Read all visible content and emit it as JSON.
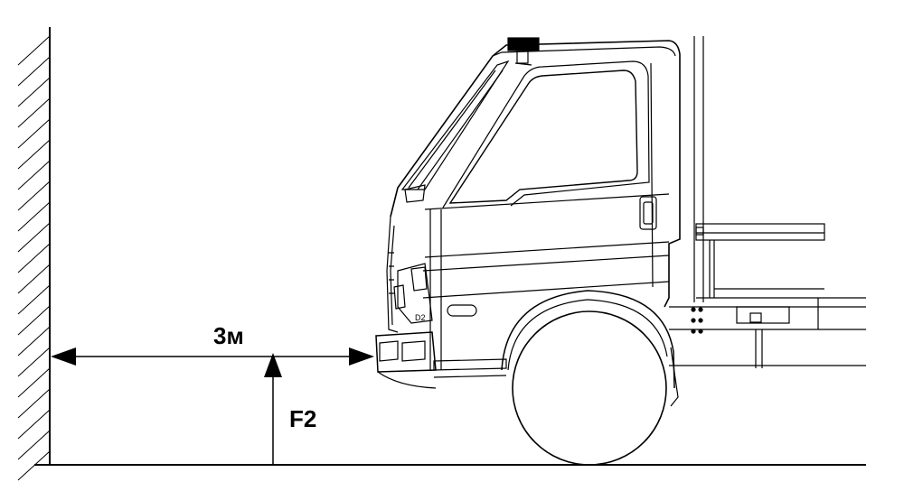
{
  "diagram": {
    "distance_label": "3м",
    "force_label": "F2",
    "truck_badge": "D2"
  },
  "colors": {
    "line": "#000000",
    "background": "#ffffff"
  },
  "icons": {
    "wall": "hatched-wall-icon",
    "truck": "truck-cab-icon"
  }
}
